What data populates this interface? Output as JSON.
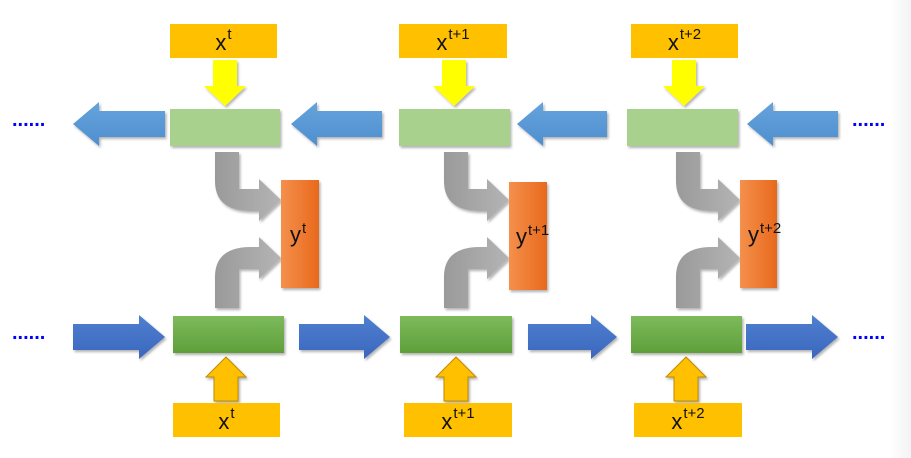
{
  "diagram": {
    "type": "bidirectional-rnn",
    "colors": {
      "input_box": "#ffc000",
      "forward_cell": "#70ad47",
      "backward_cell": "#a9d18e",
      "output_box": "#ed7d31",
      "forward_arrow": "#4472c4",
      "backward_arrow": "#5b9bd5",
      "input_arrow_top": "#ffff00",
      "input_arrow_bottom": "#ffc000",
      "merge_arrow": "#a6a6a6",
      "ellipsis": "#0000ff"
    },
    "ellipsis": "......",
    "timesteps": [
      {
        "input_top": {
          "base": "x",
          "sup": "t"
        },
        "output": {
          "base": "y",
          "sup": "t"
        },
        "input_bottom": {
          "base": "x",
          "sup": "t"
        }
      },
      {
        "input_top": {
          "base": "x",
          "sup": "t+1"
        },
        "output": {
          "base": "y",
          "sup": "t+1"
        },
        "input_bottom": {
          "base": "x",
          "sup": "t+1"
        }
      },
      {
        "input_top": {
          "base": "x",
          "sup": "t+2"
        },
        "output": {
          "base": "y",
          "sup": "t+2"
        },
        "input_bottom": {
          "base": "x",
          "sup": "t+2"
        }
      }
    ]
  }
}
